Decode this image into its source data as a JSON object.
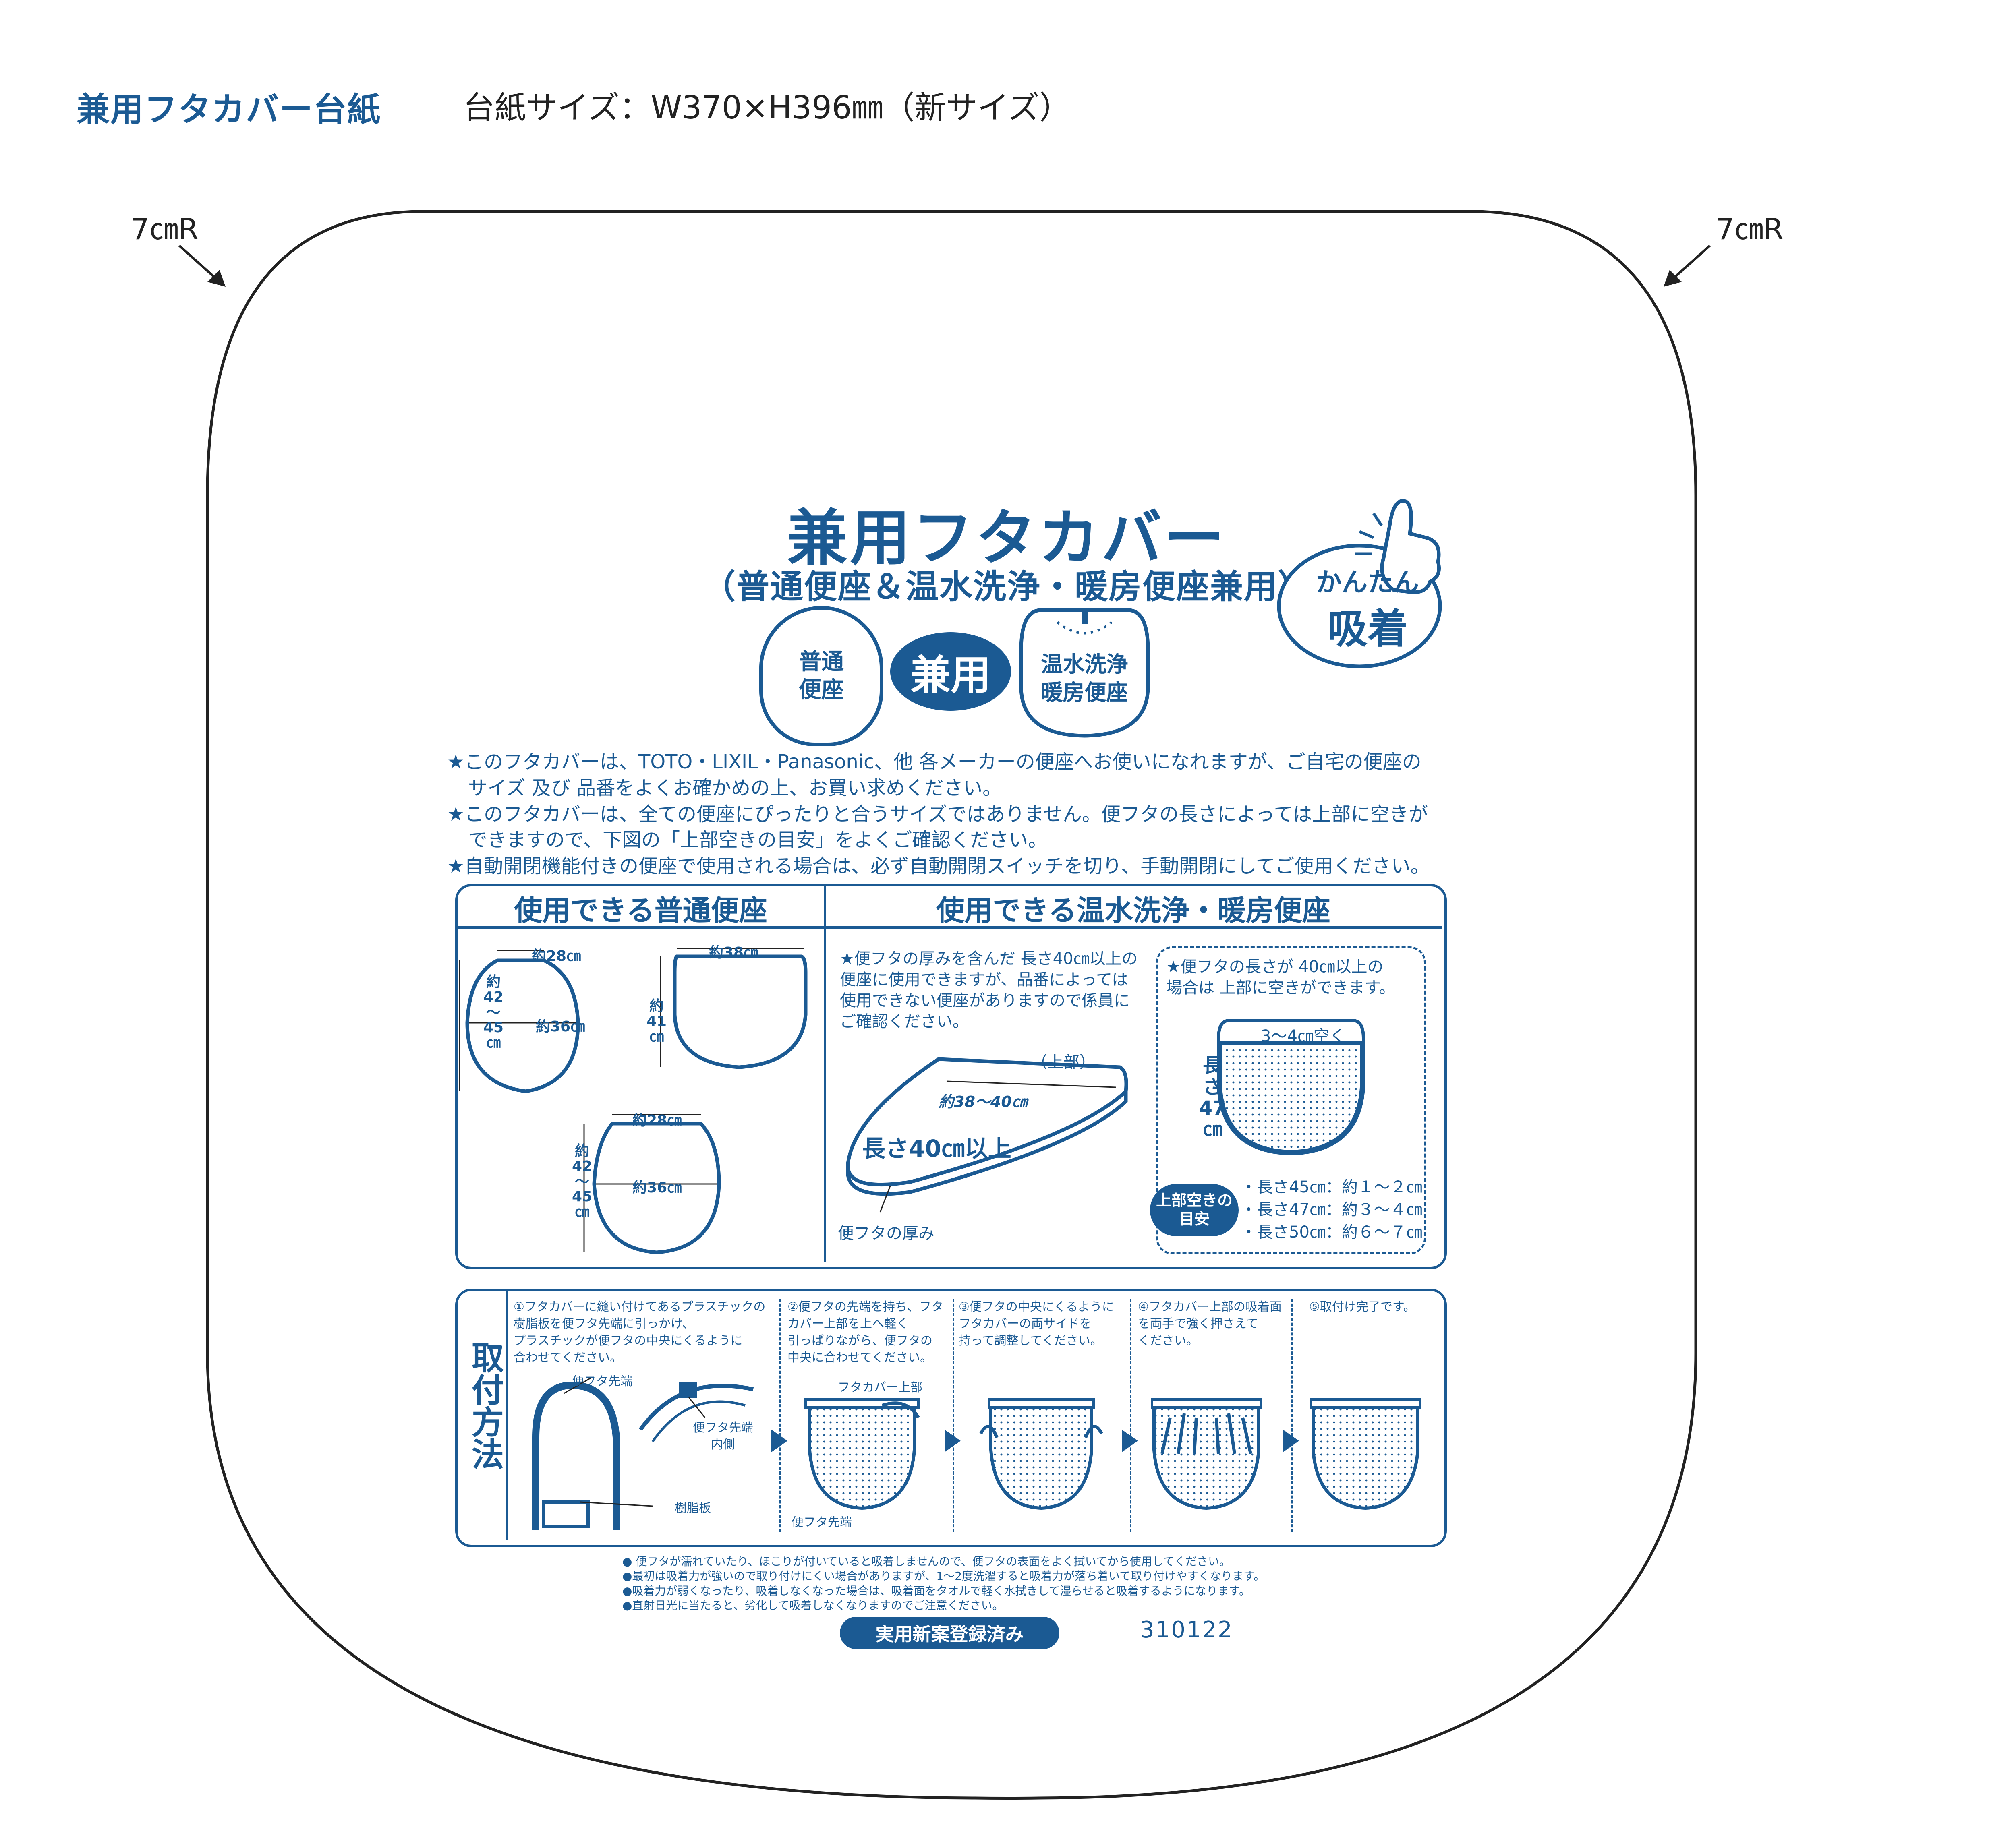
{
  "header": {
    "title": "兼用フタカバー台紙",
    "size": "台紙サイズ：W370×H396㎜（新サイズ）"
  },
  "corners": {
    "left": "7㎝R",
    "right": "7㎝R"
  },
  "product": {
    "title": "兼用フタカバー",
    "subtitle": "（普通便座＆温水洗浄・暖房便座兼用）",
    "badge_left": "普通\n便座",
    "badge_center": "兼用",
    "badge_right": "温水洗浄\n暖房便座",
    "bubble_top": "かんたん",
    "bubble_bottom": "吸着"
  },
  "notes": [
    "★このフタカバーは、TOTO・LIXIL・Panasonic、他 各メーカーの便座へお使いになれますが、ご自宅の便座の",
    "サイズ 及び 品番をよくお確かめの上、お買い求めください。",
    "★このフタカバーは、全ての便座にぴったりと合うサイズではありません。便フタの長さによっては上部に空きが",
    "できますので、下図の「上部空きの目安」をよくご確認ください。",
    "★自動開閉機能付きの便座で使用される場合は、必ず自動開閉スイッチを切り、手動開閉にしてご使用ください。"
  ],
  "usable": {
    "left_title": "使用できる普通便座",
    "right_title": "使用できる温水洗浄・暖房便座",
    "seat1": {
      "top": "約28㎝",
      "height": "約\n42\n〜\n45\n㎝",
      "width": "約36㎝"
    },
    "seat2": {
      "top": "約38㎝",
      "height": "約\n41\n㎝"
    },
    "seat3": {
      "top": "約28㎝",
      "height": "約\n42\n〜\n45\n㎝",
      "width": "約36㎝"
    },
    "warm_note": "★便フタの厚みを含んだ 長さ40㎝以上の\n便座に使用できますが、品番によっては\n使用できない便座がありますので係員に\nご確認ください。",
    "warm_top": "（上部）",
    "warm_diag": "約38〜40㎝",
    "warm_length": "長さ40㎝以上",
    "warm_thickness": "便フタの厚み",
    "gap_note": "★便フタの長さが 40㎝以上の\n場合は 上部に空きができます。",
    "gap_label": "3〜4㎝空く",
    "gap_height": "長さ\n47\n㎝",
    "gap_badge": "上部空きの\n目安",
    "gap_rows": [
      "・長さ45㎝：約１〜２㎝",
      "・長さ47㎝：約３〜４㎝",
      "・長さ50㎝：約６〜７㎝"
    ]
  },
  "install": {
    "title": "取付方法",
    "steps": [
      "①フタカバーに縫い付けてあるプラスチックの\n樹脂板を便フタ先端に引っかけ、\nプラスチックが便フタの中央にくるように\n合わせてください。",
      "②便フタの先端を持ち、フタ\nカバー上部を上へ軽く\n引っぱりながら、便フタの\n中央に合わせてください。",
      "③便フタの中央にくるように\nフタカバーの両サイドを\n持って調整してください。",
      "④フタカバー上部の吸着面\nを両手で強く押さえて\nください。",
      "⑤取付け完了です。"
    ],
    "label_tip": "便フタ先端",
    "label_inner": "便フタ先端\n内側",
    "label_plate": "樹脂板",
    "label_cover_top": "フタカバー上部",
    "label_tip2": "便フタ先端"
  },
  "bottom_notes": [
    "● 便フタが濡れていたり、ほこりが付いていると吸着しませんので、便フタの表面をよく拭いてから使用してください。",
    "●最初は吸着力が強いので取り付けにくい場合がありますが、1〜2度洗濯すると吸着力が落ち着いて取り付けやすくなります。",
    "●吸着力が弱くなったり、吸着しなくなった場合は、吸着面をタオルで軽く水拭きして湿らせると吸着するようになります。",
    "●直射日光に当たると、劣化して吸着しなくなりますのでご注意ください。"
  ],
  "registered": "実用新案登録済み",
  "code": "310122",
  "colors": {
    "brand": "#1b5a93",
    "outline": "#222222"
  }
}
